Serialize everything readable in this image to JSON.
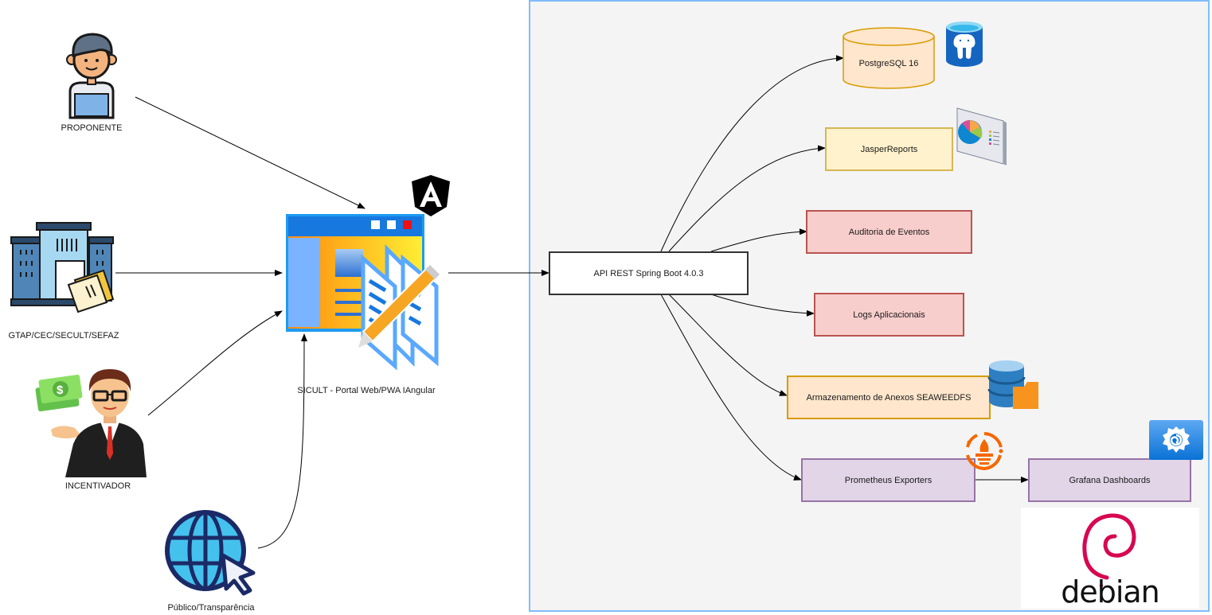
{
  "actors": {
    "proponente": "PROPONENTE",
    "orgaos": "GTAP/CEC/SECULT/SEFAZ",
    "incentivador": "INCENTIVADOR",
    "publico": "Público/Transparência"
  },
  "portal": {
    "label": "SICULT - Portal Web/PWA IAngular",
    "framework_icon": "angular-logo"
  },
  "api": {
    "label": "API REST Spring Boot 4.0.3"
  },
  "services": {
    "postgres": "PostgreSQL 16",
    "jasper": "JasperReports",
    "auditoria": "Auditoria de Eventos",
    "logs": "Logs Aplicacionais",
    "seaweed": "Armazenamento de Anexos SEAWEEDFS",
    "prometheus": "Prometheus Exporters",
    "grafana": "Grafana Dashboards"
  },
  "os": {
    "label": "debian"
  },
  "colors": {
    "zone_border": "#7fbdff",
    "zone_fill": "#f4f4f4",
    "orange_fill": "#ffe6cc",
    "orange_border": "#d79b00",
    "yellow_fill": "#fff2cc",
    "yellow_border": "#d6b656",
    "red_fill": "#f8cecc",
    "red_border": "#b85450",
    "purple_fill": "#e1d5e7",
    "purple_border": "#9673a6",
    "debian_red": "#d70751"
  }
}
